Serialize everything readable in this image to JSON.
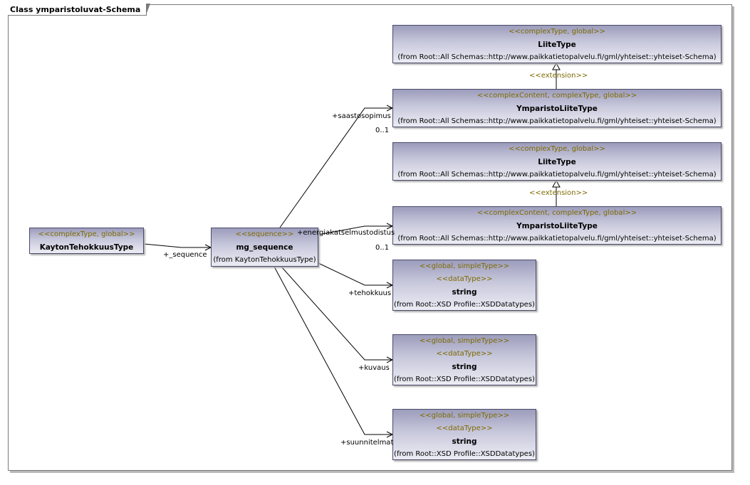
{
  "frame": {
    "title": "Class ymparistoluvat-Schema"
  },
  "classes": {
    "kayton": {
      "stereotype": "<<complexType, global>>",
      "name": "KaytonTehokkuusType"
    },
    "mg_sequence": {
      "stereotype": "<<sequence>>",
      "name": "mg_sequence",
      "from": "(from KaytonTehokkuusType)"
    },
    "liite1": {
      "stereotype": "<<complexType, global>>",
      "name": "LiiteType",
      "from": "(from Root::All Schemas::http://www.paikkatietopalvelu.fi/gml/yhteiset::yhteiset-Schema)"
    },
    "ymparisto1": {
      "stereotype": "<<complexContent, complexType, global>>",
      "name": "YmparistoLiiteType",
      "from": "(from Root::All Schemas::http://www.paikkatietopalvelu.fi/gml/yhteiset::yhteiset-Schema)"
    },
    "liite2": {
      "stereotype": "<<complexType, global>>",
      "name": "LiiteType",
      "from": "(from Root::All Schemas::http://www.paikkatietopalvelu.fi/gml/yhteiset::yhteiset-Schema)"
    },
    "ymparisto2": {
      "stereotype": "<<complexContent, complexType, global>>",
      "name": "YmparistoLiiteType",
      "from": "(from Root::All Schemas::http://www.paikkatietopalvelu.fi/gml/yhteiset::yhteiset-Schema)"
    },
    "string1": {
      "stereotype": "<<global, simpleType>>",
      "stereotype2": "<<dataType>>",
      "name": "string",
      "from": "(from Root::XSD Profile::XSDDatatypes)"
    },
    "string2": {
      "stereotype": "<<global, simpleType>>",
      "stereotype2": "<<dataType>>",
      "name": "string",
      "from": "(from Root::XSD Profile::XSDDatatypes)"
    },
    "string3": {
      "stereotype": "<<global, simpleType>>",
      "stereotype2": "<<dataType>>",
      "name": "string",
      "from": "(from Root::XSD Profile::XSDDatatypes)"
    }
  },
  "labels": {
    "sequence": "+_sequence",
    "saastosopimus": "+saastosopimus",
    "saastosopimus_mult": "0..1",
    "energia": "+energiakatselmustodistus",
    "energia_mult": "0..1",
    "tehokkuus": "+tehokkuus",
    "kuvaus": "+kuvaus",
    "suunnitelmat": "+suunnitelmat",
    "extension1": "<<extension>>",
    "extension2": "<<extension>>"
  }
}
